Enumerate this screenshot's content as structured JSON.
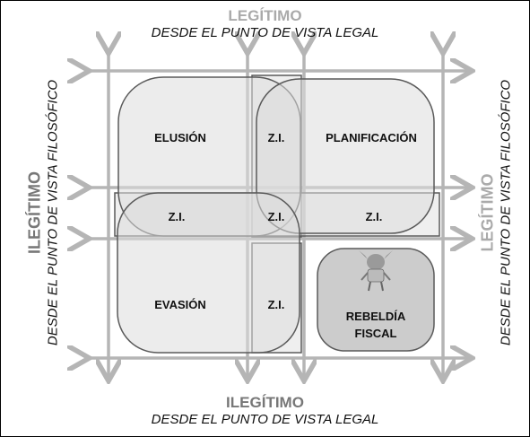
{
  "top": {
    "title": "LEGÍTIMO",
    "subtitle": "DESDE EL PUNTO DE VISTA LEGAL"
  },
  "bottom": {
    "title": "ILEGÍTIMO",
    "subtitle": "DESDE EL PUNTO DE VISTA LEGAL"
  },
  "left": {
    "title": "ILEGÍTIMO",
    "subtitle": "DESDE EL PUNTO DE VISTA FILOSÓFICO"
  },
  "right": {
    "title": "LEGÍTIMO",
    "subtitle": "DESDE EL PUNTO DE VISTA FILOSÓFICO"
  },
  "regions": {
    "elusion": "ELUSIÓN",
    "planificacion": "PLANIFICACIÓN",
    "evasion": "EVASIÓN",
    "rebeldia_line1": "REBELDÍA",
    "rebeldia_line2": "FISCAL",
    "zi_top": "Z.I.",
    "zi_left": "Z.I.",
    "zi_center": "Z.I.",
    "zi_right": "Z.I.",
    "zi_bottom": "Z.I."
  },
  "colors": {
    "arrow": "#b5b5b5",
    "region_fill": "#dcdcdc",
    "region_stroke": "#5a5a5a",
    "rebeldia_fill": "#cccccc"
  }
}
